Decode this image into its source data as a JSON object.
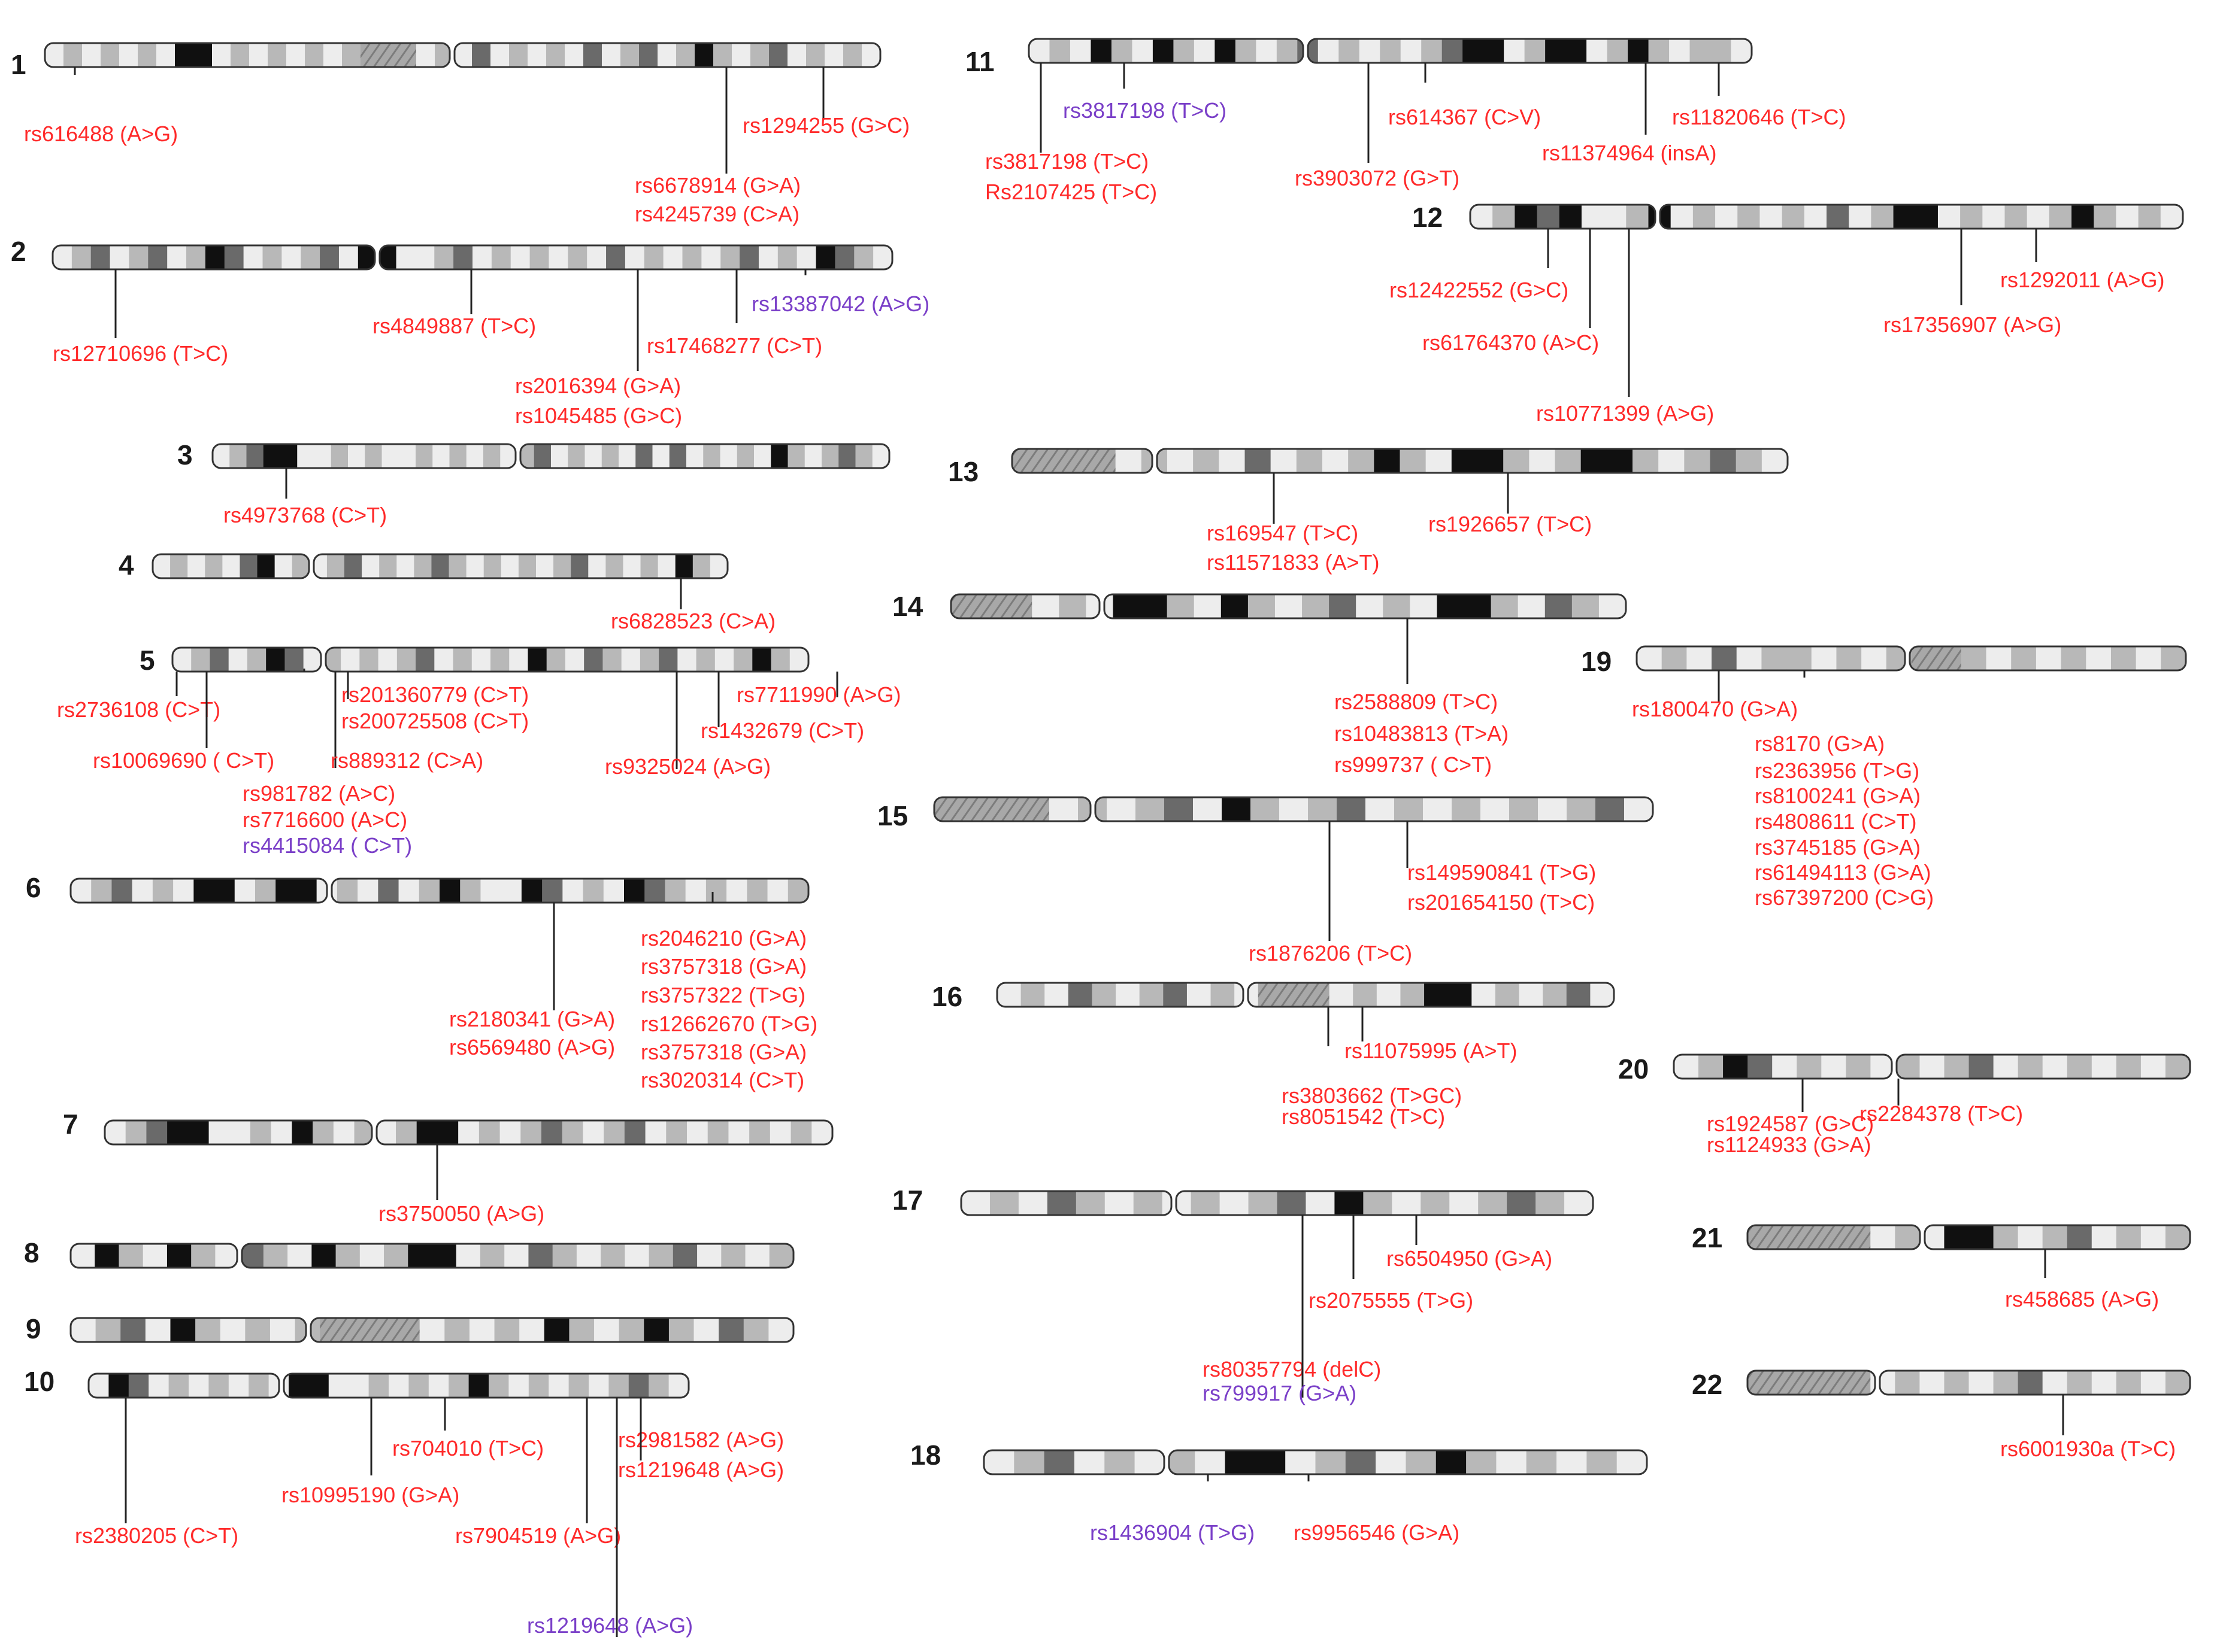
{
  "colors": {
    "red": "#ff2a2a",
    "purple": "#7a3fc8",
    "outline": "#333333",
    "band_light": "#ededed",
    "band_mid": "#b8b8b8",
    "band_dark": "#6a6a6a",
    "band_black": "#101010"
  },
  "chromosomes": [
    {
      "num": "1",
      "snps": [
        {
          "id": "rs616488 (A>G)",
          "color": "red"
        },
        {
          "id": "rs1294255 (G>C)",
          "color": "red"
        },
        {
          "id": "rs6678914 (G>A)",
          "color": "red"
        },
        {
          "id": "rs4245739 (C>A)",
          "color": "red"
        }
      ]
    },
    {
      "num": "2",
      "snps": [
        {
          "id": "rs12710696 (T>C)",
          "color": "red"
        },
        {
          "id": "rs4849887 (T>C)",
          "color": "red"
        },
        {
          "id": "rs2016394 (G>A)",
          "color": "red"
        },
        {
          "id": "rs1045485 (G>C)",
          "color": "red"
        },
        {
          "id": "rs17468277 (C>T)",
          "color": "red"
        },
        {
          "id": "rs13387042 (A>G)",
          "color": "purple"
        }
      ]
    },
    {
      "num": "3",
      "snps": [
        {
          "id": "rs4973768 (C>T)",
          "color": "red"
        }
      ]
    },
    {
      "num": "4",
      "snps": [
        {
          "id": "rs6828523 (C>A)",
          "color": "red"
        }
      ]
    },
    {
      "num": "5",
      "snps": [
        {
          "id": "rs2736108 (C>T)",
          "color": "red"
        },
        {
          "id": "rs10069690 ( C>T)",
          "color": "red"
        },
        {
          "id": "rs981782 (A>C)",
          "color": "red"
        },
        {
          "id": "rs7716600 (A>C)",
          "color": "red"
        },
        {
          "id": "rs4415084 ( C>T)",
          "color": "purple"
        },
        {
          "id": "rs201360779 (C>T)",
          "color": "red"
        },
        {
          "id": "rs200725508 (C>T)",
          "color": "red"
        },
        {
          "id": "rs889312 (C>A)",
          "color": "red"
        },
        {
          "id": "rs9325024 (A>G)",
          "color": "red"
        },
        {
          "id": "rs1432679 (C>T)",
          "color": "red"
        },
        {
          "id": "rs7711990 (A>G)",
          "color": "red"
        }
      ]
    },
    {
      "num": "6",
      "snps": [
        {
          "id": "rs2180341 (G>A)",
          "color": "red"
        },
        {
          "id": "rs6569480 (A>G)",
          "color": "red"
        },
        {
          "id": "rs2046210 (G>A)",
          "color": "red"
        },
        {
          "id": "rs3757318 (G>A)",
          "color": "red"
        },
        {
          "id": "rs3757322 (T>G)",
          "color": "red"
        },
        {
          "id": "rs12662670 (T>G)",
          "color": "red"
        },
        {
          "id": "rs3757318 (G>A)",
          "color": "red"
        },
        {
          "id": "rs3020314 (C>T)",
          "color": "red"
        }
      ]
    },
    {
      "num": "7",
      "snps": [
        {
          "id": "rs3750050 (A>G)",
          "color": "red"
        }
      ]
    },
    {
      "num": "8",
      "snps": []
    },
    {
      "num": "9",
      "snps": []
    },
    {
      "num": "10",
      "snps": [
        {
          "id": "rs2380205 (C>T)",
          "color": "red"
        },
        {
          "id": "rs10995190 (G>A)",
          "color": "red"
        },
        {
          "id": "rs704010 (T>C)",
          "color": "red"
        },
        {
          "id": "rs7904519 (A>G)",
          "color": "red"
        },
        {
          "id": "rs2981582 (A>G)",
          "color": "red"
        },
        {
          "id": "rs1219648 (A>G)",
          "color": "red"
        },
        {
          "id": "rs1219648 (A>G)",
          "color": "purple"
        }
      ]
    },
    {
      "num": "11",
      "snps": [
        {
          "id": "rs3817198 (T>C)",
          "color": "purple"
        },
        {
          "id": "rs3817198 (T>C)",
          "color": "red"
        },
        {
          "id": "Rs2107425 (T>C)",
          "color": "red"
        },
        {
          "id": "rs614367 (C>V)",
          "color": "red"
        },
        {
          "id": "rs3903072 (G>T)",
          "color": "red"
        },
        {
          "id": "rs11374964 (insA)",
          "color": "red"
        },
        {
          "id": "rs11820646 (T>C)",
          "color": "red"
        }
      ]
    },
    {
      "num": "12",
      "snps": [
        {
          "id": "rs12422552 (G>C)",
          "color": "red"
        },
        {
          "id": "rs61764370 (A>C)",
          "color": "red"
        },
        {
          "id": "rs10771399 (A>G)",
          "color": "red"
        },
        {
          "id": "rs17356907 (A>G)",
          "color": "red"
        },
        {
          "id": "rs1292011 (A>G)",
          "color": "red"
        }
      ]
    },
    {
      "num": "13",
      "snps": [
        {
          "id": "rs169547 (T>C)",
          "color": "red"
        },
        {
          "id": "rs11571833 (A>T)",
          "color": "red"
        },
        {
          "id": "rs1926657 (T>C)",
          "color": "red"
        }
      ]
    },
    {
      "num": "14",
      "snps": [
        {
          "id": "rs2588809 (T>C)",
          "color": "red"
        },
        {
          "id": "rs10483813 (T>A)",
          "color": "red"
        },
        {
          "id": "rs999737 ( C>T)",
          "color": "red"
        }
      ]
    },
    {
      "num": "15",
      "snps": [
        {
          "id": "rs1876206 (T>C)",
          "color": "red"
        },
        {
          "id": "rs149590841 (T>G)",
          "color": "red"
        },
        {
          "id": "rs201654150 (T>C)",
          "color": "red"
        }
      ]
    },
    {
      "num": "16",
      "snps": [
        {
          "id": "rs3803662 (T>GC)",
          "color": "red"
        },
        {
          "id": "rs8051542 (T>C)",
          "color": "red"
        },
        {
          "id": "rs11075995 (A>T)",
          "color": "red"
        }
      ]
    },
    {
      "num": "17",
      "snps": [
        {
          "id": "rs80357794 (delC)",
          "color": "red"
        },
        {
          "id": "rs799917 (G>A)",
          "color": "purple"
        },
        {
          "id": "rs2075555 (T>G)",
          "color": "red"
        },
        {
          "id": "rs6504950 (G>A)",
          "color": "red"
        }
      ]
    },
    {
      "num": "18",
      "snps": [
        {
          "id": "rs1436904 (T>G)",
          "color": "purple"
        },
        {
          "id": "rs9956546 (G>A)",
          "color": "red"
        }
      ]
    },
    {
      "num": "19",
      "snps": [
        {
          "id": "rs1800470 (G>A)",
          "color": "red"
        },
        {
          "id": "rs8170 (G>A)",
          "color": "red"
        },
        {
          "id": "rs2363956 (T>G)",
          "color": "red"
        },
        {
          "id": "rs8100241 (G>A)",
          "color": "red"
        },
        {
          "id": "rs4808611 (C>T)",
          "color": "red"
        },
        {
          "id": "rs3745185 (G>A)",
          "color": "red"
        },
        {
          "id": "rs61494113 (G>A)",
          "color": "red"
        },
        {
          "id": "rs67397200 (C>G)",
          "color": "red"
        }
      ]
    },
    {
      "num": "20",
      "snps": [
        {
          "id": "rs1924587 (G>C)",
          "color": "red"
        },
        {
          "id": "rs1124933 (G>A)",
          "color": "red"
        },
        {
          "id": "rs2284378 (T>C)",
          "color": "red"
        }
      ]
    },
    {
      "num": "21",
      "snps": [
        {
          "id": "rs458685 (A>G)",
          "color": "red"
        }
      ]
    },
    {
      "num": "22",
      "snps": [
        {
          "id": "rs6001930a (T>C)",
          "color": "red"
        }
      ]
    }
  ]
}
